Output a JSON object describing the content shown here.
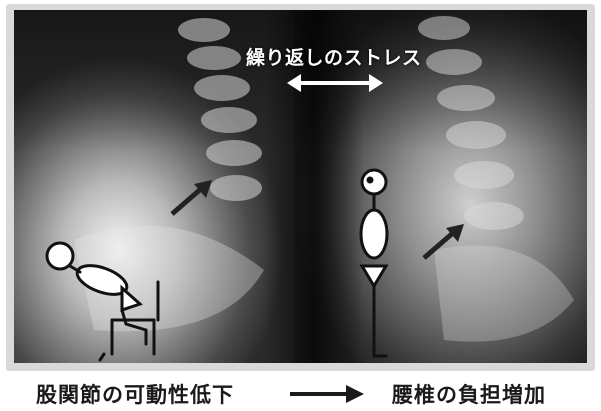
{
  "header": {
    "caption": "繰り返しのストレス"
  },
  "footer": {
    "cause": "股関節の可動性低下",
    "result": "腰椎の負担増加"
  },
  "colors": {
    "background": "#ffffff",
    "frame": "#d9d9d9",
    "text": "#1a1a1a",
    "overlay": "#ffffff"
  },
  "icons": [
    "double-headed-arrow-icon",
    "arrow-icon",
    "seated-stick-figure-icon",
    "standing-stick-figure-icon"
  ]
}
